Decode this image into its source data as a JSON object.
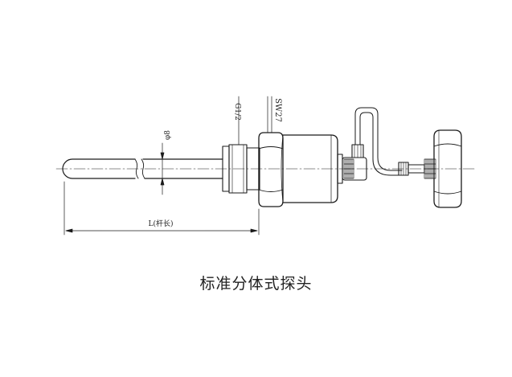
{
  "labels": {
    "length": "L(杆长)",
    "diameter": "φ8",
    "thread": "G1/2",
    "wrench": "SW27"
  },
  "caption": "标准分体式探头"
}
